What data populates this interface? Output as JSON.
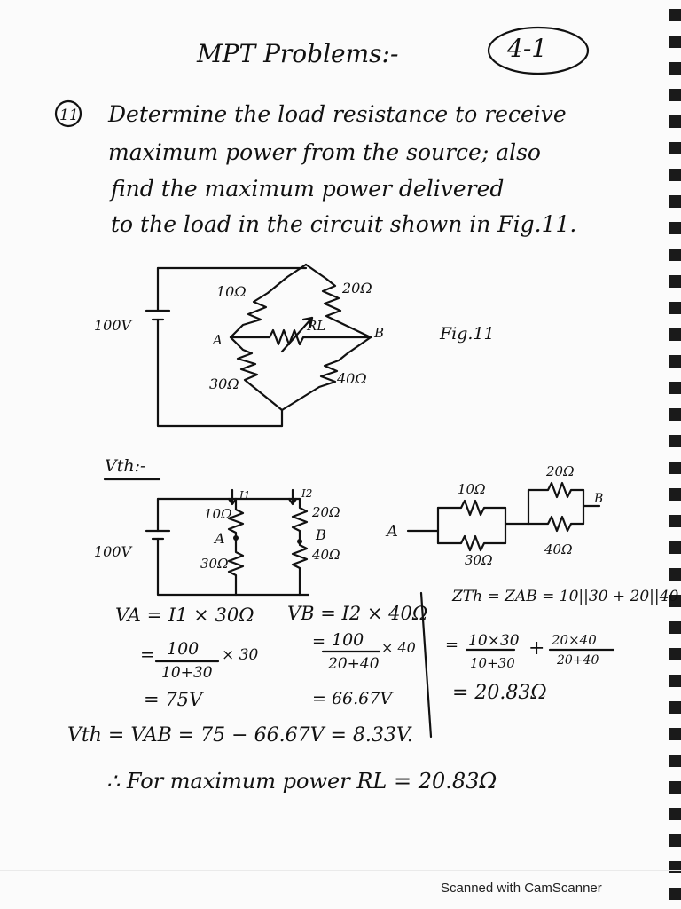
{
  "header": {
    "title": "MPT Problems:-",
    "page_no": "4-1"
  },
  "problem": {
    "number": "11",
    "lines": [
      "Determine the load resistance to receive",
      "maximum power from the source; also",
      "find the maximum power delivered",
      "to the load in the circuit shown in Fig.11."
    ]
  },
  "figure": {
    "source": "100V",
    "r1": "10Ω",
    "r2": "20Ω",
    "r3": "30Ω",
    "r4": "40Ω",
    "rl": "RL",
    "node_a": "A",
    "node_b": "B",
    "caption": "Fig.11"
  },
  "vth_heading": "Vth:-",
  "vth_circuit": {
    "source": "100V",
    "r1": "10Ω",
    "r2": "20Ω",
    "r3": "30Ω",
    "r4": "40Ω",
    "i1": "I1",
    "i2": "I2",
    "node_a": "A",
    "node_b": "B"
  },
  "rth_circuit": {
    "r1": "10Ω",
    "r2": "20Ω",
    "r3": "30Ω",
    "r4": "40Ω",
    "node_a": "A",
    "node_b": "B"
  },
  "calc": {
    "va_1": "VA = I1 × 30Ω",
    "va_num": "100",
    "va_den": "10+30",
    "va_mul": "× 30",
    "va_3": "= 75V",
    "vb_1": "VB = I2 × 40Ω",
    "vb_num": "100",
    "vb_den": "20+40",
    "vb_mul": "× 40",
    "vb_3": "= 66.67V",
    "zth_1": "ZTh = ZAB = 10||30 + 20||40",
    "zth_num1": "10×30",
    "zth_den1": "10+30",
    "zth_plus": "+",
    "zth_num2": "20×40",
    "zth_den2": "20+40",
    "zth_3": "= 20.83Ω",
    "eq_sign": "="
  },
  "vth_result": "Vth = VAB = 75 − 66.67V = 8.33V.",
  "conclusion": "∴ For maximum power RL = 20.83Ω",
  "footer": "Scanned with CamScanner"
}
